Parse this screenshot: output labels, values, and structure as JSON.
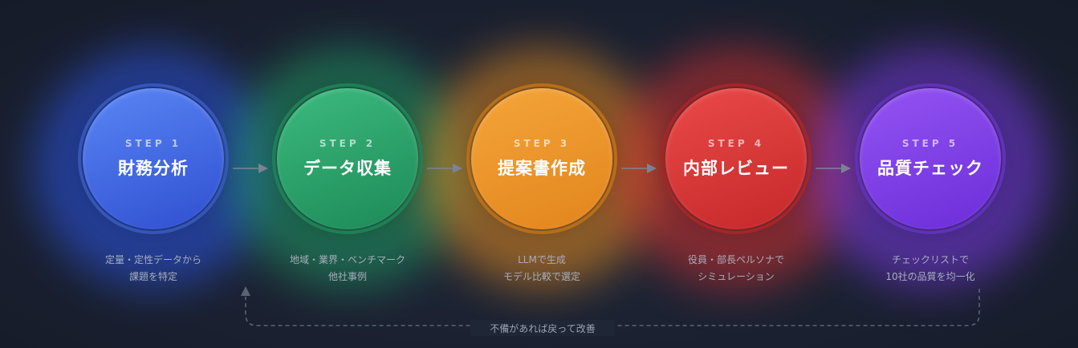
{
  "steps": [
    {
      "num": "STEP 1",
      "title": "財務分析",
      "desc": [
        "定量・定性データから",
        "課題を特定"
      ],
      "colors": {
        "top": "#5a86f5",
        "bottom": "#2f4fd0",
        "ring": "#3b5fc8",
        "glow": "#2c56e6"
      }
    },
    {
      "num": "STEP 2",
      "title": "データ収集",
      "desc": [
        "地域・業界・ベンチマーク",
        "他社事例"
      ],
      "colors": {
        "top": "#3cba7e",
        "bottom": "#1d8a57",
        "ring": "#238c5d",
        "glow": "#1f9b62"
      }
    },
    {
      "num": "STEP 3",
      "title": "提案書作成",
      "desc": [
        "LLMで生成",
        "モデル比較で選定"
      ],
      "colors": {
        "top": "#f4a53a",
        "bottom": "#e2851c",
        "ring": "#c8791b",
        "glow": "#e58a1e"
      }
    },
    {
      "num": "STEP 4",
      "title": "内部レビュー",
      "desc": [
        "役員・部長ペルソナで",
        "シミュレーション"
      ],
      "colors": {
        "top": "#ea4a48",
        "bottom": "#c5282a",
        "ring": "#b32a2c",
        "glow": "#d4302f"
      }
    },
    {
      "num": "STEP 5",
      "title": "品質チェック",
      "desc": [
        "チェックリストで",
        "10社の品質を均一化"
      ],
      "colors": {
        "top": "#9454f3",
        "bottom": "#6b2dd8",
        "ring": "#6a37c8",
        "glow": "#7a3ae6"
      }
    }
  ],
  "loop_label": "不備があれば戻って改善",
  "colors": {
    "arrow": "#7d8597",
    "loop_line": "#5b6375"
  }
}
